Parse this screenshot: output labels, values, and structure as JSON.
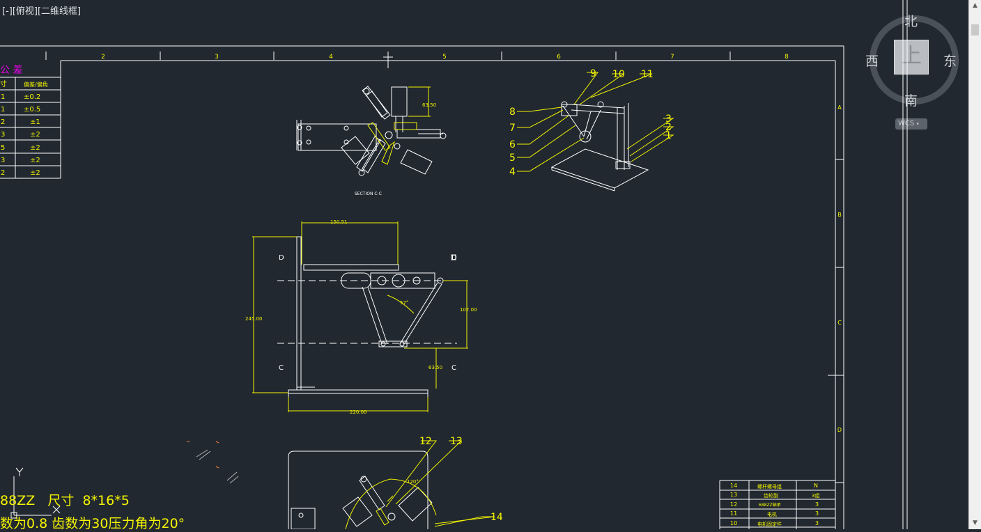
{
  "view": {
    "label": "[-][俯视][二维线框]"
  },
  "ruler": {
    "columns": [
      "2",
      "3",
      "4",
      "5",
      "6",
      "7",
      "8"
    ],
    "rows": [
      "A",
      "B",
      "C",
      "D"
    ]
  },
  "tolerance_table": {
    "title": "公  差",
    "headers": [
      "寸",
      "偏差/偏角"
    ],
    "rows": [
      {
        "a": "1",
        "b": "±0.2"
      },
      {
        "a": "1",
        "b": "±0.5"
      },
      {
        "a": "2",
        "b": "±1"
      },
      {
        "a": "3",
        "b": "±2"
      },
      {
        "a": "5",
        "b": "±2"
      },
      {
        "a": "3",
        "b": "±2"
      },
      {
        "a": "2",
        "b": "±2"
      }
    ]
  },
  "section_label": "SECTION C-C",
  "balloons_iso": [
    "9",
    "10",
    "11",
    "8",
    "7",
    "6",
    "5",
    "4",
    "3",
    "2",
    "1"
  ],
  "balloons_bottom": [
    "12",
    "13",
    "14"
  ],
  "dimensions": {
    "top_len": "63.50",
    "front_width": "150.51",
    "front_height": "245.00",
    "right_height": "107.00",
    "angle": "57°",
    "bottom_offset": "63.50",
    "base_width": "220.00",
    "angle_bottom": "120°"
  },
  "section_marks": {
    "d_left": "D",
    "d_right": "D",
    "c_left": "C",
    "c_right": "C"
  },
  "bom_rows": [
    {
      "no": "14",
      "name": "螺杆螺母组",
      "qty": "N"
    },
    {
      "no": "13",
      "name": "齿轮副",
      "qty": "3组"
    },
    {
      "no": "12",
      "name": "688ZZ轴承",
      "qty": "3"
    },
    {
      "no": "11",
      "name": "电机",
      "qty": "3"
    },
    {
      "no": "10",
      "name": "电机固定件",
      "qty": "3"
    }
  ],
  "notes": {
    "line1_a": "88ZZ",
    "line1_b": "尺寸",
    "line1_c": "8*16*5",
    "line2_a": "数为",
    "line2_b": "0.8",
    "line2_c": "齿数为",
    "line2_d": "30",
    "line2_e": "压力角为",
    "line2_f": "20°"
  },
  "viewcube": {
    "north": "北",
    "south": "南",
    "west": "西",
    "east": "东",
    "face": "上",
    "wcs": "WCS"
  },
  "ucs": {
    "y": "Y",
    "x": "X"
  },
  "colors": {
    "background": "#212830",
    "frame": "#ffffff",
    "annotation": "#f5f500",
    "title_magenta": "#e800e8"
  }
}
